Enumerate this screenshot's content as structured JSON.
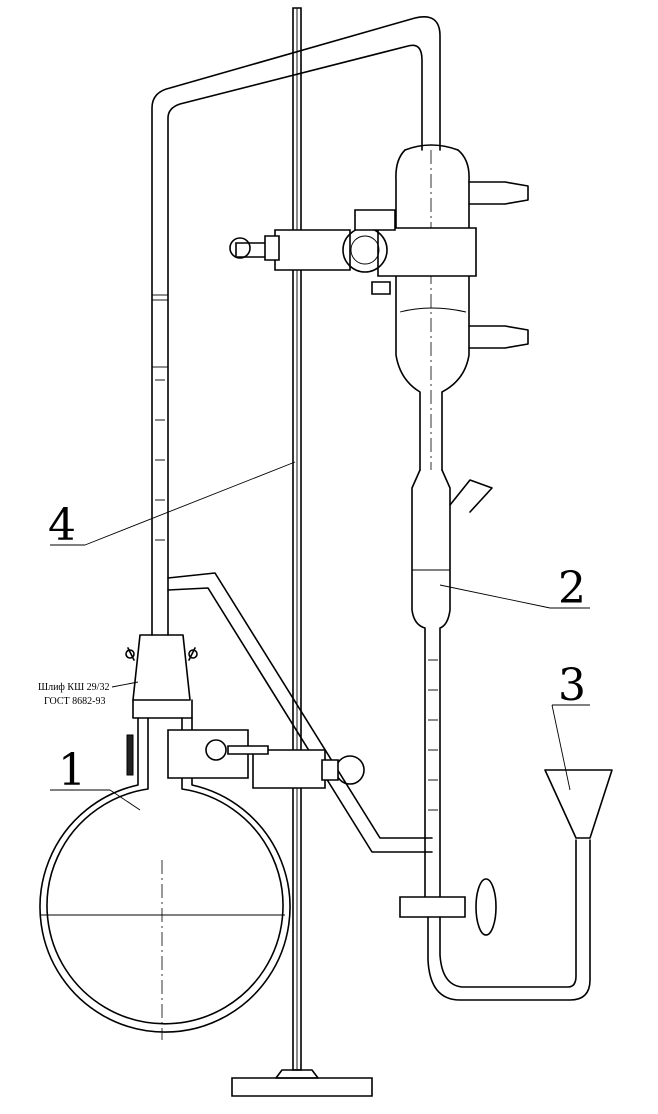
{
  "callouts": [
    {
      "id": "1",
      "label": "1"
    },
    {
      "id": "2",
      "label": "2"
    },
    {
      "id": "3",
      "label": "3"
    },
    {
      "id": "4",
      "label": "4"
    }
  ],
  "joint_note": {
    "line1": "Шлиф КШ 29/32",
    "line2": "ГОСТ 8682-93"
  }
}
